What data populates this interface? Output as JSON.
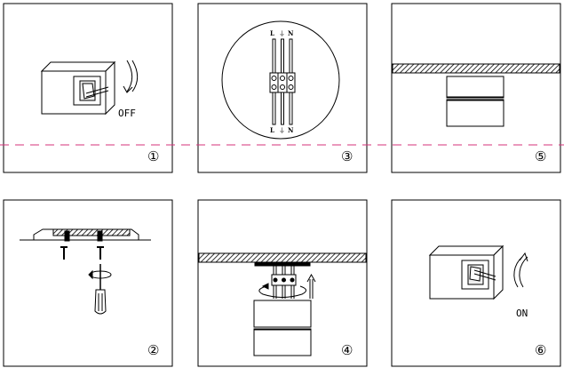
{
  "steps": [
    {
      "number": "①",
      "label": "OFF"
    },
    {
      "number": "②",
      "label": ""
    },
    {
      "number": "③",
      "label": ""
    },
    {
      "number": "④",
      "label": ""
    },
    {
      "number": "⑤",
      "label": ""
    },
    {
      "number": "⑥",
      "label": "ON"
    }
  ],
  "terminal_marks": [
    "L",
    "⏚",
    "N"
  ],
  "colors": {
    "line": "#000000",
    "cut_line": "#d6337a",
    "background": "#ffffff"
  }
}
